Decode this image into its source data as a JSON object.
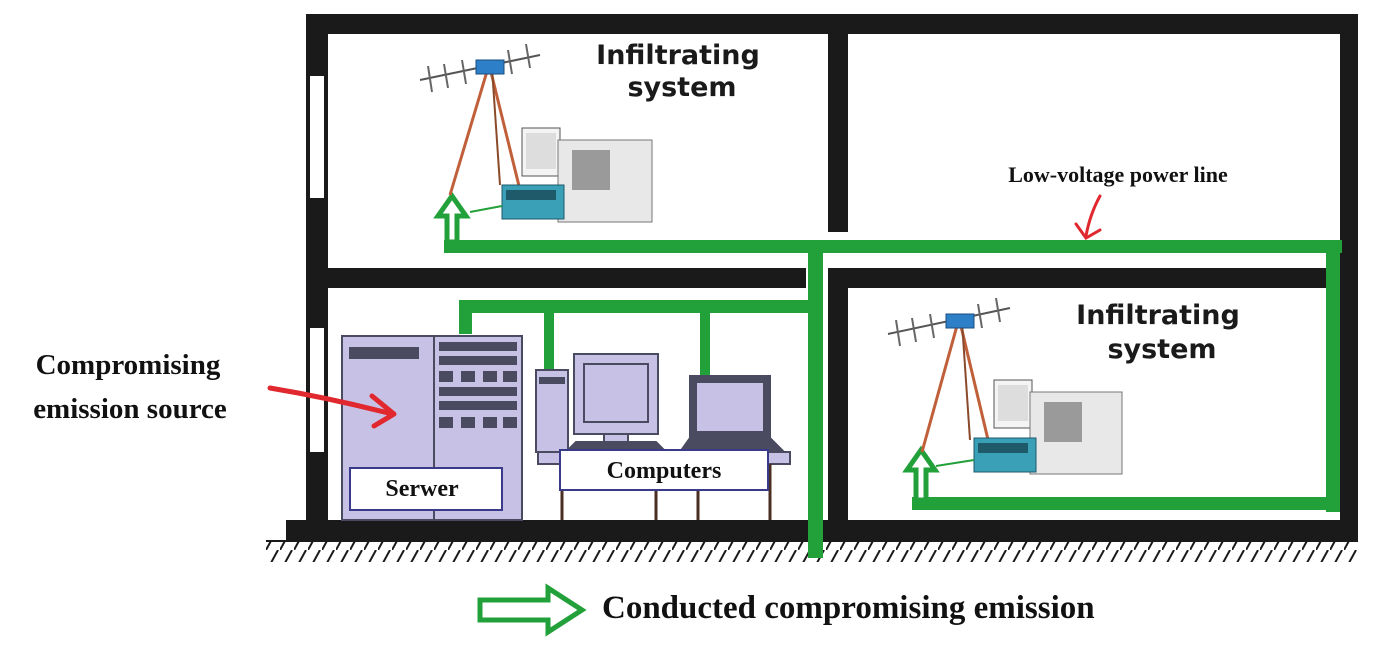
{
  "labels": {
    "infiltrating_top": [
      "Infiltrating",
      "system"
    ],
    "infiltrating_bottom": [
      "Infiltrating",
      "system"
    ],
    "power_line": "Low-voltage power line",
    "source": [
      "Compromising",
      "emission source"
    ],
    "server": "Serwer",
    "computers": "Computers",
    "legend": "Conducted compromising emission"
  },
  "colors": {
    "wall": "#1a1a1a",
    "power_line": "#22a03a",
    "arrow_red": "#e0282e",
    "device_fill": "#c8c1e6",
    "device_stroke": "#4a4a60"
  },
  "icons": [
    "antenna-icon",
    "receiver-icon",
    "server-icon",
    "desktop-icon",
    "laptop-icon",
    "arrow-icon"
  ]
}
